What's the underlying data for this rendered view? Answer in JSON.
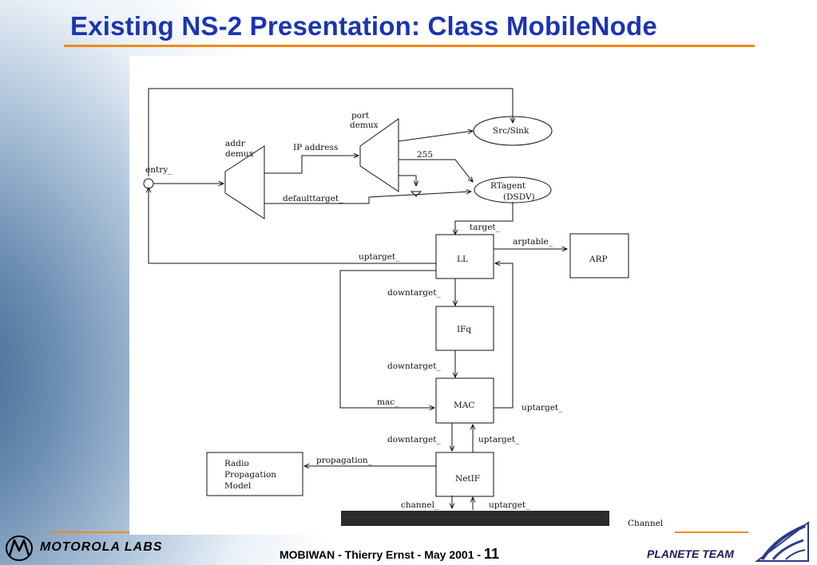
{
  "slide": {
    "title": "Existing NS-2 Presentation: Class MobileNode",
    "footer_left": "MOTOROLA LABS",
    "footer_center": "MOBIWAN - Thierry Ernst - May 2001 - ",
    "page_number": "11",
    "footer_right": "PLANETE TEAM"
  },
  "diagram": {
    "labels": {
      "entry": "entry_",
      "addr_demux_1": "addr",
      "addr_demux_2": "demux",
      "ip_address": "IP address",
      "port_demux_1": "port",
      "port_demux_2": "demux",
      "port_255": "255",
      "defaulttarget": "defaulttarget_",
      "src_sink": "Src/Sink",
      "rtagent_1": "RTagent",
      "rtagent_2": "(DSDV)",
      "target": "target_",
      "arptable": "arptable_",
      "arp": "ARP",
      "uptarget_ll": "uptarget_",
      "ll": "LL",
      "downtarget_ll": "downtarget_",
      "ifq": "IFq",
      "downtarget_ifq": "downtarget_",
      "mac_link": "mac_",
      "mac": "MAC",
      "uptarget_mac_right": "uptarget_",
      "downtarget_mac": "downtarget_",
      "uptarget_mac": "uptarget_",
      "propagation": "propagation_",
      "radio_1": "Radio",
      "radio_2": "Propagation",
      "radio_3": "Model",
      "netif": "NetIF",
      "channel_link": "channel_",
      "uptarget_netif": "uptarget_",
      "channel": "Channel"
    }
  },
  "colors": {
    "title": "#1b34b4",
    "accent_rule": "#f08a17",
    "channel_bar": "#2b2b2b"
  }
}
